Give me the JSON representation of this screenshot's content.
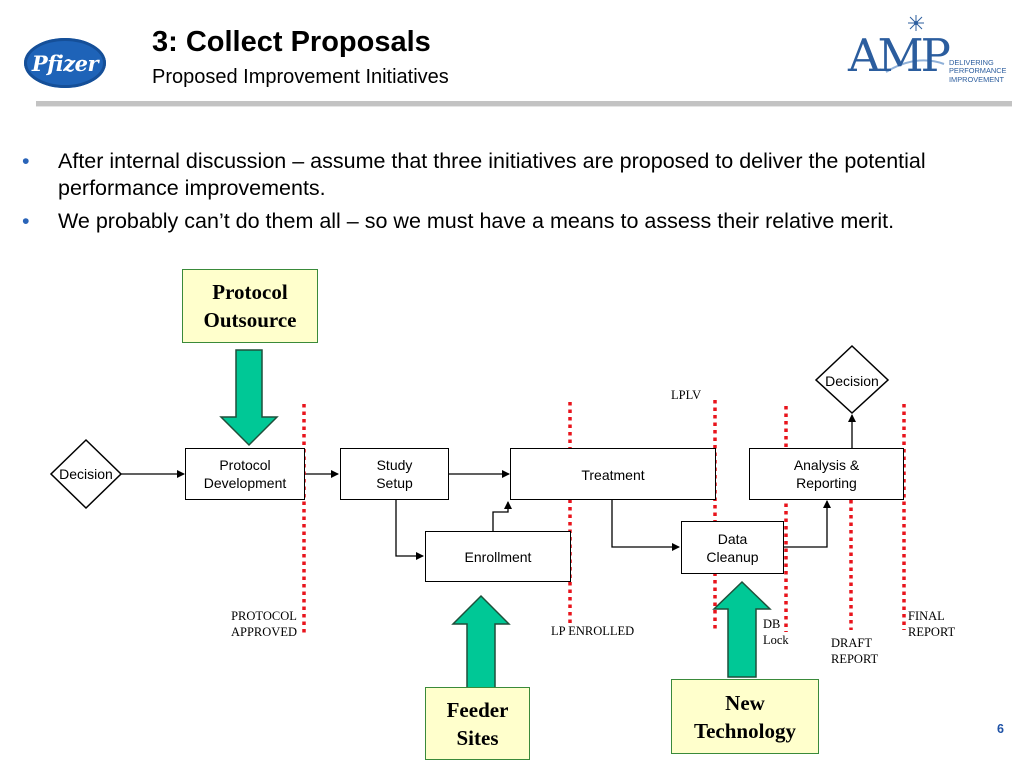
{
  "header": {
    "title": "3: Collect Proposals",
    "subtitle": "Proposed Improvement Initiatives",
    "left_logo_text": "Pfizer",
    "right_logo": {
      "name": "AMP",
      "tagline": [
        "DELIVERING",
        "PERFORMANCE",
        "IMPROVEMENT"
      ]
    }
  },
  "bullets": [
    "After internal discussion – assume that three initiatives are proposed to deliver the potential performance improvements.",
    "We probably can’t do them all – so we must have a means to assess their relative merit."
  ],
  "diagram": {
    "decision_start": "Decision",
    "decision_end": "Decision",
    "processes": {
      "protocol_development": "Protocol Development",
      "study_setup": "Study Setup",
      "treatment": "Treatment",
      "analysis_reporting": "Analysis & Reporting",
      "enrollment": "Enrollment",
      "data_cleanup": "Data Cleanup"
    },
    "milestones": {
      "protocol_approved": "PROTOCOL APPROVED",
      "lp_enrolled": "LP ENROLLED",
      "lplv": "LPLV",
      "db_lock": "DB Lock",
      "draft_report": "DRAFT REPORT",
      "final_report": "FINAL REPORT"
    },
    "initiatives": {
      "protocol_outsource": "Protocol Outsource",
      "feeder_sites": "Feeder Sites",
      "new_technology": "New Technology"
    }
  },
  "colors": {
    "bullet": "#2a64b8",
    "milestone_line": "#e8141c",
    "arrow_fill": "#00c896",
    "callout_fill": "#ffffcc",
    "callout_border": "#3a8a3a",
    "page_number": "#1f52a6"
  },
  "page_number": "6"
}
